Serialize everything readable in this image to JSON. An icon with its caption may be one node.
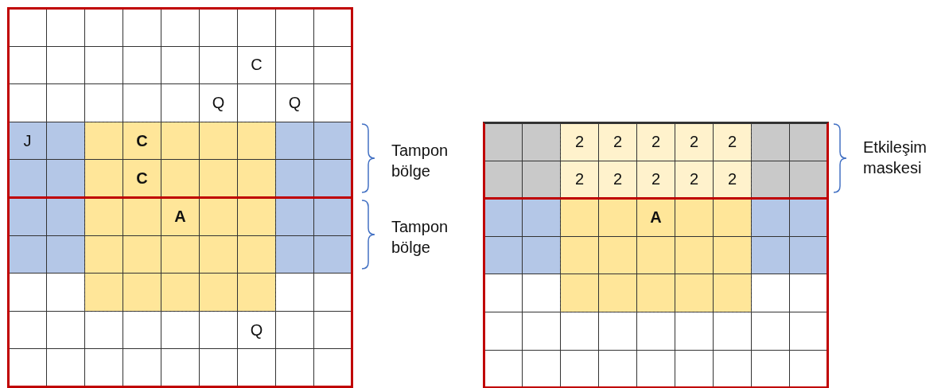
{
  "diagram": {
    "labels": [
      "C",
      "Q",
      "Q",
      "J",
      "C",
      "C",
      "A",
      "Q",
      "Tampon bölge",
      "Tampon bölge",
      "2",
      "2",
      "2",
      "2",
      "2",
      "2",
      "2",
      "2",
      "2",
      "2",
      "A",
      "Etkileşim maskesi"
    ]
  }
}
